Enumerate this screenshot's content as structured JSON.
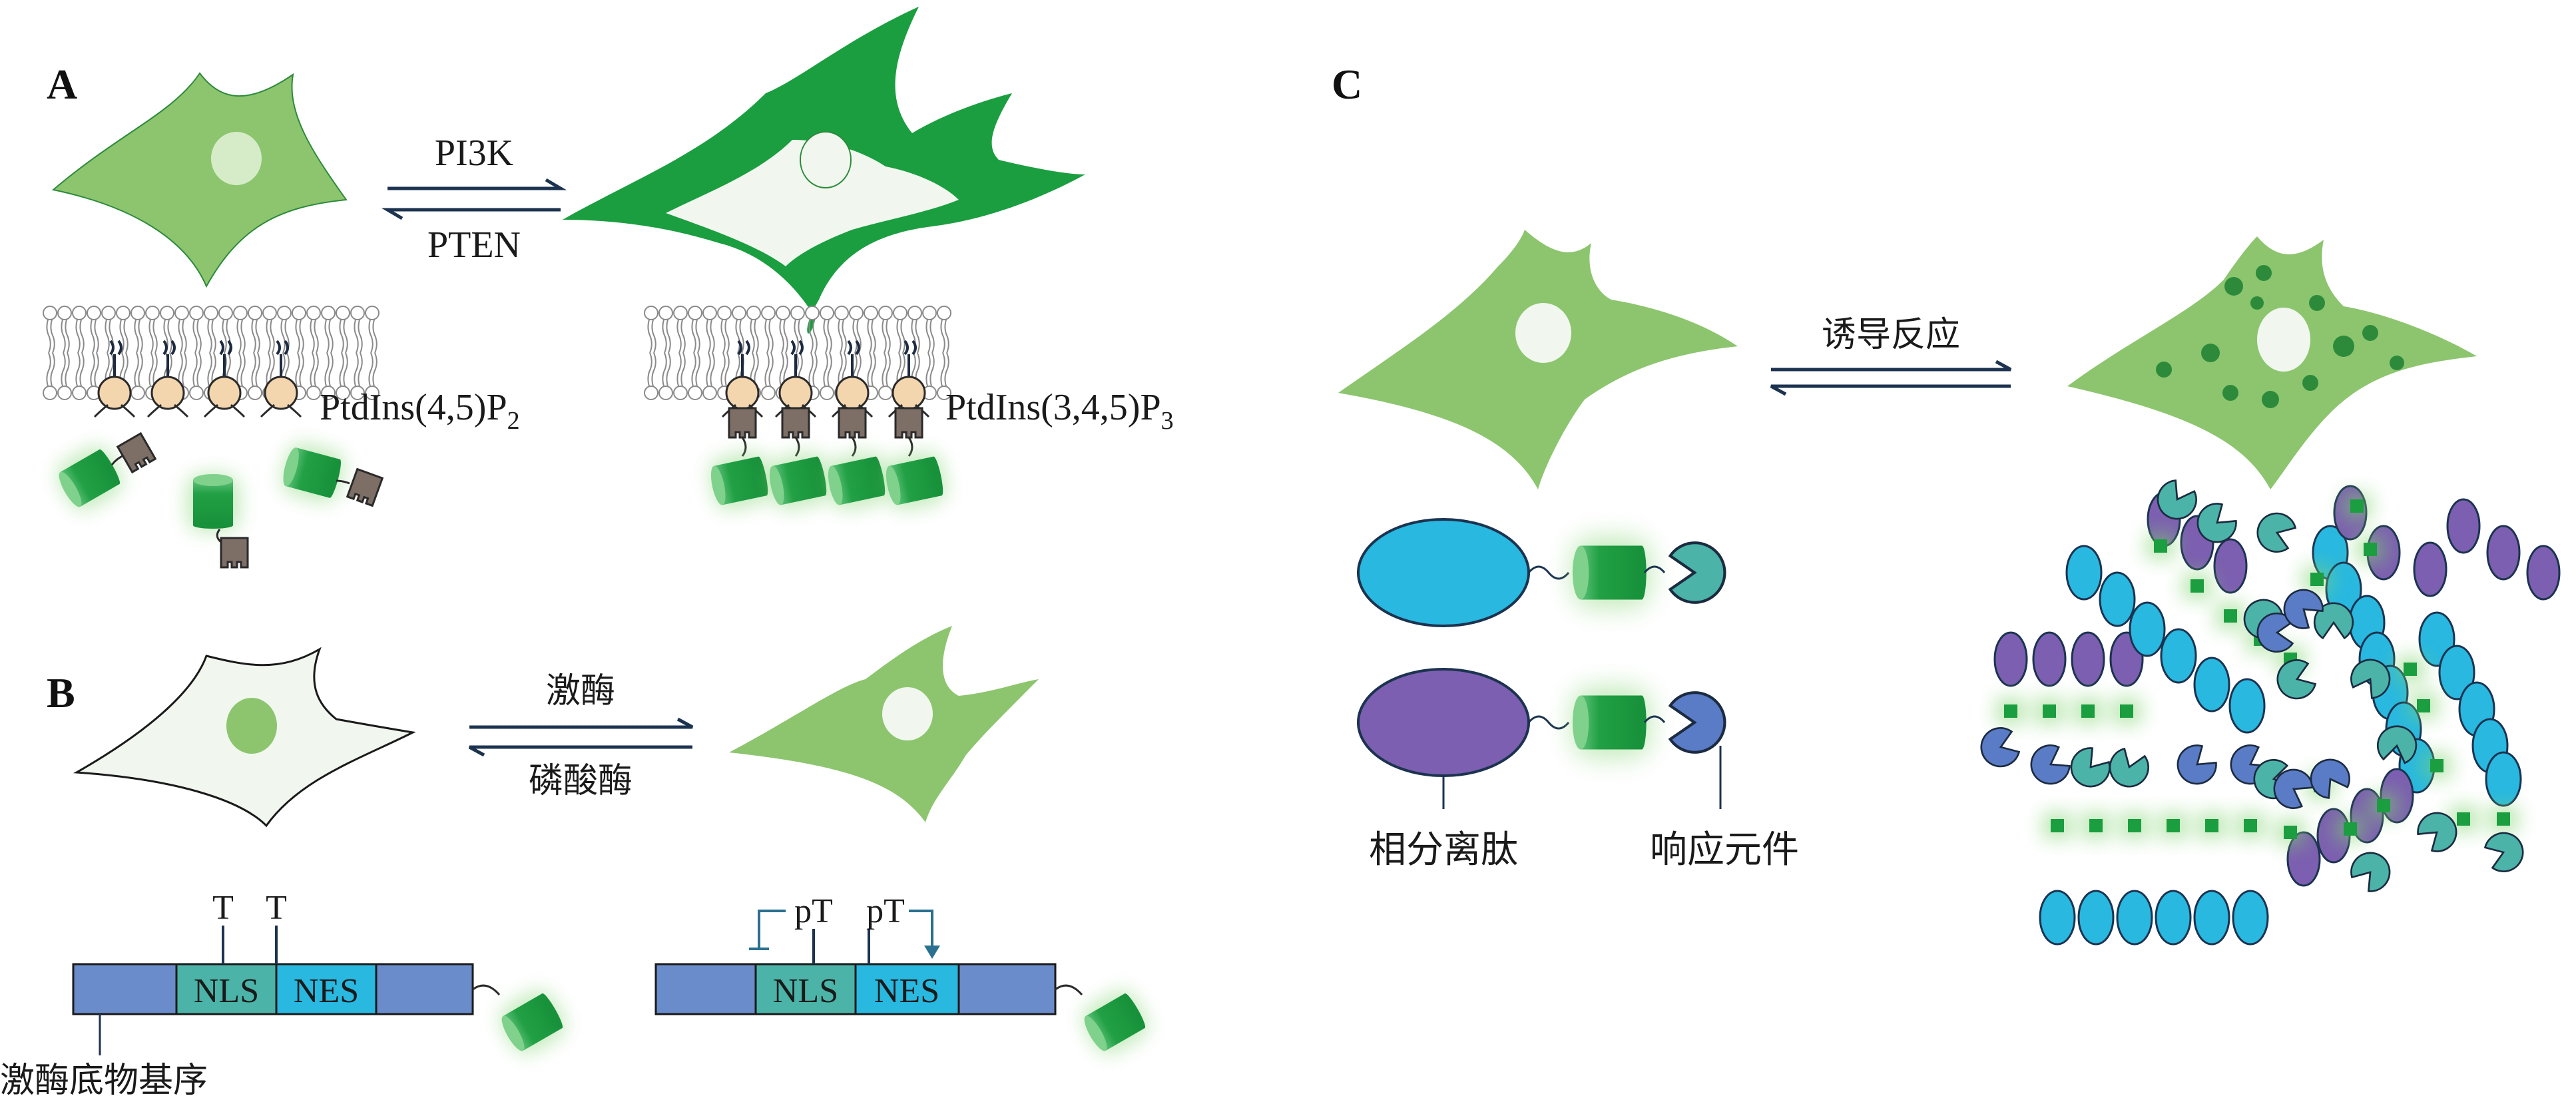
{
  "panels": {
    "a": {
      "letter": "A",
      "forward_enzyme": "PI3K",
      "reverse_enzyme": "PTEN",
      "left_lipid": {
        "text": "PtdIns(4,5)P",
        "sub": "2"
      },
      "right_lipid": {
        "text": "PtdIns(3,4,5)P",
        "sub": "3"
      }
    },
    "b": {
      "letter": "B",
      "forward_enzyme": "激酶",
      "reverse_enzyme": "磷酸酶",
      "site_left_1": "T",
      "site_left_2": "T",
      "site_right_1": "pT",
      "site_right_2": "pT",
      "nls": "NLS",
      "nes": "NES",
      "substrate_label": "激酶底物基序"
    },
    "c": {
      "letter": "C",
      "reaction": "诱导反应",
      "phase_peptide": "相分离肽",
      "response_element": "响应元件"
    }
  },
  "colors": {
    "cell_green": "#8cc56e",
    "bright_green": "#1a9e3f",
    "pale_cell": "#f1f7ef",
    "arrow_navy": "#1c3350",
    "blue_bar": "#6b8cca",
    "teal": "#4bb3a8",
    "cyan": "#28b8e0",
    "purple": "#7c5fb0",
    "lipid_head": "#f3d5ae",
    "gray_block": "#7d6f66"
  }
}
